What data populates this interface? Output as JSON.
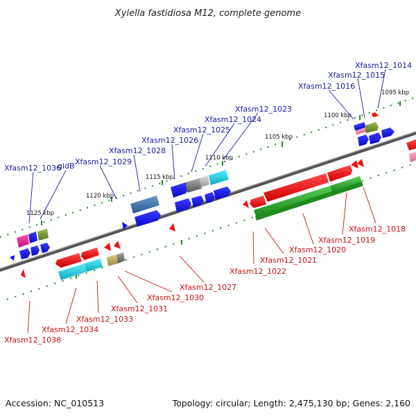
{
  "title": "Xylella fastidiosa M12, complete genome",
  "footer": {
    "accession": "Accession: NC_010513",
    "summary": "Topology: circular; Length: 2,475,130 bp; Genes: 2,160"
  },
  "kbp_labels": [
    "1095 kbp",
    "1100 kbp",
    "1105 kbp",
    "1110 kbp",
    "1115 kbp",
    "1120 kbp",
    "1125 kbp"
  ],
  "top_labels": [
    "Xfasm12_1014",
    "Xfasm12_1015",
    "Xfasm12_1016",
    "Xfasm12_1023",
    "Xfasm12_1024",
    "Xfasm12_1025",
    "Xfasm12_1026",
    "Xfasm12_1028",
    "Xfasm12_1029",
    "Xfasm12_1036",
    "gidB"
  ],
  "bottom_labels": [
    "Xfasm12_1018",
    "Xfasm12_1019",
    "Xfasm12_1020",
    "Xfasm12_1021",
    "Xfasm12_1022",
    "Xfasm12_1027",
    "Xfasm12_1030",
    "Xfasm12_1031",
    "Xfasm12_1033",
    "Xfasm12_1034",
    "Xfasm12_1038"
  ],
  "colors": {
    "top_label": "#1a1aa8",
    "bottom_label": "#cc1111",
    "backbone": "#777777",
    "tick": "#2a8a2a",
    "blue": "#1111dd",
    "red": "#ee1111",
    "green": "#33aa33",
    "cyan": "#22ccdd",
    "steel": "#4477aa",
    "olive": "#779933",
    "magenta": "#dd2299",
    "gray": "#777777",
    "tan": "#bbaa66"
  }
}
